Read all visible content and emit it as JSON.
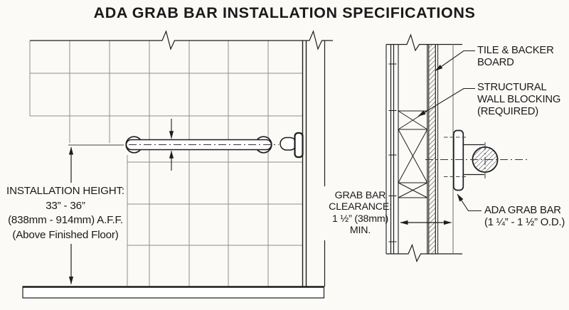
{
  "title": "ADA GRAB BAR INSTALLATION SPECIFICATIONS",
  "elevation_view": {
    "height_label": [
      "INSTALLATION HEIGHT:",
      "33” - 36”",
      "(838mm - 914mm) A.F.F.",
      "(Above Finished Floor)"
    ]
  },
  "section_view": {
    "clearance_label": [
      "GRAB BAR",
      "CLEARANCE:",
      "1 ½” (38mm)",
      "MIN."
    ],
    "tile_label": [
      "TILE & BACKER",
      "BOARD"
    ],
    "blocking_label": [
      "STRUCTURAL",
      "WALL BLOCKING",
      "(REQUIRED)"
    ],
    "grab_bar_label": [
      "ADA GRAB BAR",
      "(1 ¼” - 1 ½” O.D.)"
    ]
  },
  "colors": {
    "line": "#1e1e1e",
    "grid": "#8f8f8f",
    "background": "#fbfaf7"
  }
}
